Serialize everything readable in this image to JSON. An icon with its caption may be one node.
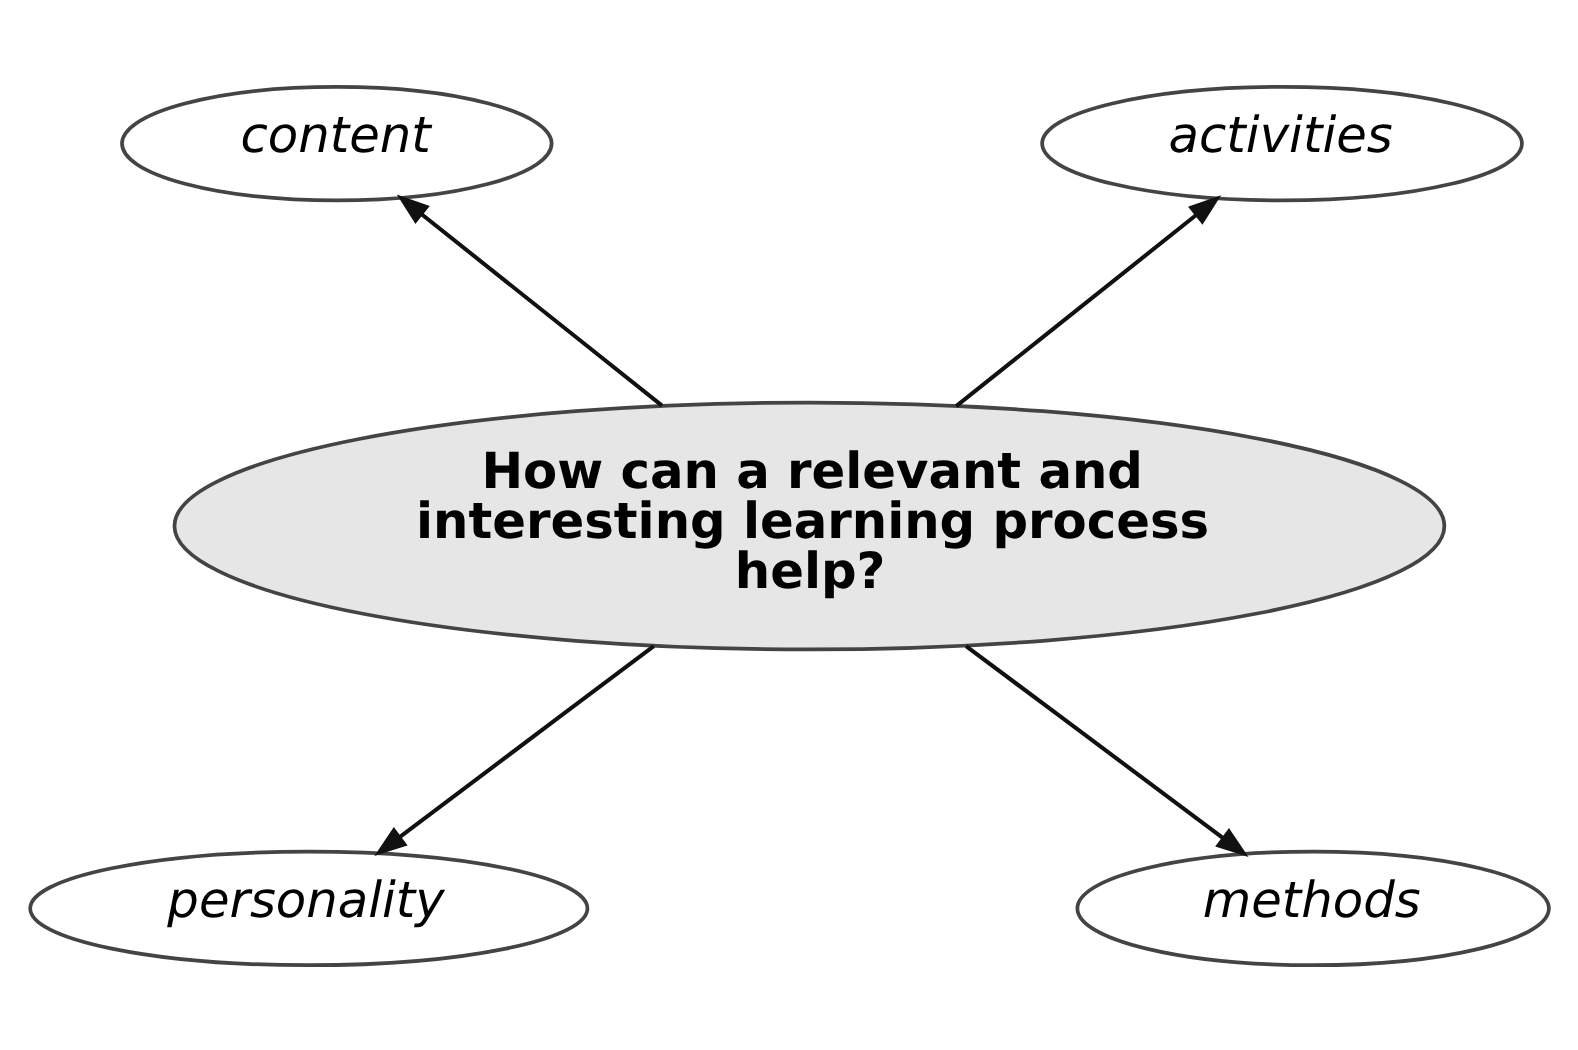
{
  "diagram": {
    "nodes": [
      {
        "text": [
          "How can a relevant and interesting learning process help?"
        ]
      },
      {
        "text": [
          "content"
        ]
      },
      {
        "text": [
          "activities"
        ]
      },
      {
        "text": [
          "personality"
        ]
      },
      {
        "text": [
          "methods"
        ]
      }
    ],
    "edges": [
      {
        "from": 0,
        "to": 1,
        "arrow": "to"
      },
      {
        "from": 0,
        "to": 2,
        "arrow": "to"
      },
      {
        "from": 0,
        "to": 3,
        "arrow": "to"
      },
      {
        "from": 0,
        "to": 4,
        "arrow": "to"
      }
    ]
  }
}
